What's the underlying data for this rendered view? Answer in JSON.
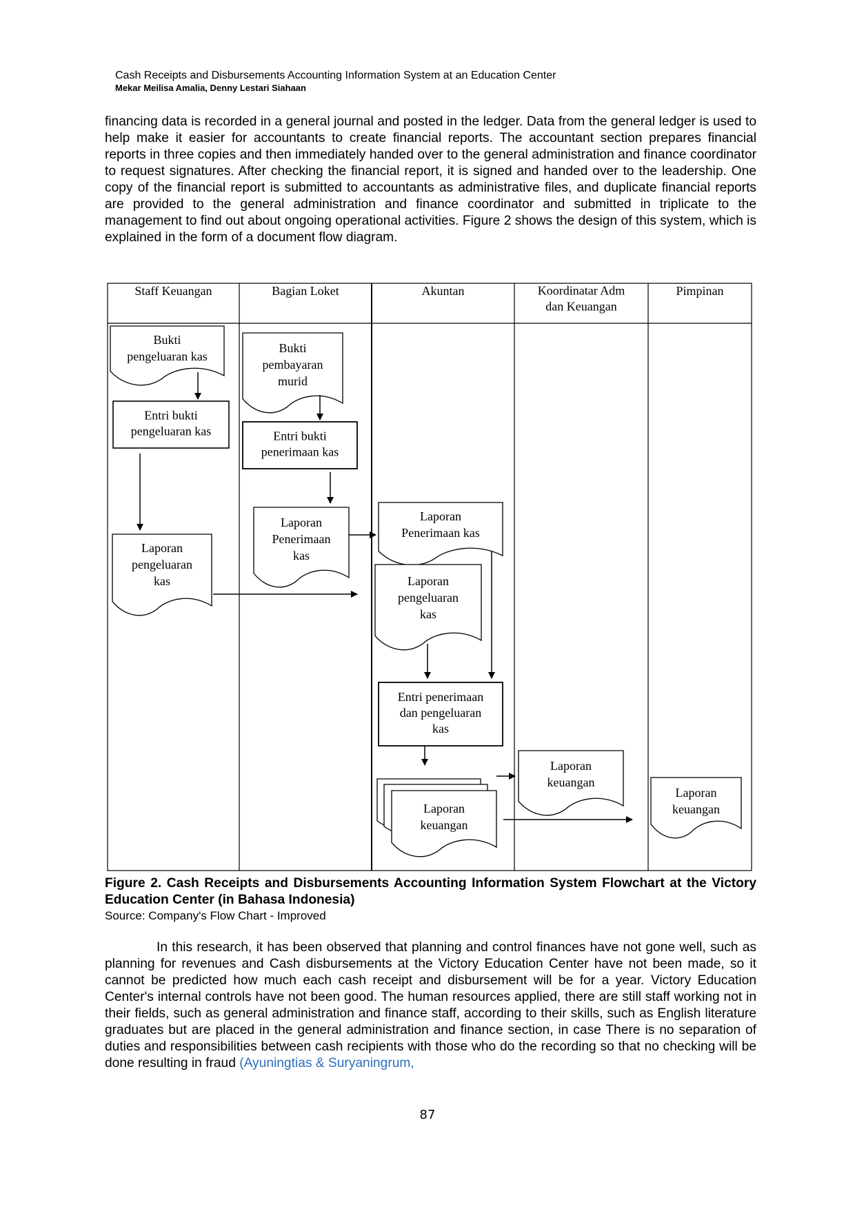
{
  "header": {
    "title": "Cash Receipts and Disbursements Accounting Information System at an Education Center",
    "authors": "Mekar Meilisa Amalia, Denny Lestari Siahaan"
  },
  "body": {
    "paragraph_1": "financing data is recorded in a general journal and posted in the ledger. Data from the general ledger is used to help make it easier for accountants to create financial reports. The accountant section prepares financial reports in three copies and then immediately handed over to the general administration and finance coordinator to request signatures. After checking the financial report, it is signed and handed over to the leadership. One copy of the financial report is submitted to accountants as administrative files, and duplicate financial reports are provided to the general administration and finance coordinator and submitted in triplicate to the management to find out about ongoing operational activities. Figure 2 shows the design of this system, which is explained in the form of a document flow diagram.",
    "paragraph_2": "In this research, it has been observed that planning and control finances have not gone well, such as planning for revenues and Cash disbursements at the Victory Education Center have not been made, so it cannot be predicted how much each cash receipt and disbursement will be for a year. Victory Education Center's internal controls have not been good. The human resources applied, there are still staff working not in their fields, such as general administration and finance staff, according to their skills, such as English literature graduates but are placed in the general administration and finance section, in case There is no separation of duties and responsibilities between cash recipients with those who do the recording so that no checking will be done resulting in fraud",
    "paragraph_2_citation": "(Ayuningtias & Suryaningrum,"
  },
  "figure": {
    "lanes": [
      "Staff Keuangan",
      "Bagian Loket",
      "Akuntan",
      "Koordinatar Adm|dan Keuangan",
      "Pimpinan"
    ],
    "nodes": {
      "sk_doc_bukti": "Bukti|pengeluaran kas",
      "sk_proc_entri": "Entri bukti|pengeluaran kas",
      "sk_doc_laporan": "Laporan|pengeluaran|kas",
      "bl_doc_bukti": "Bukti|pembayaran|murid",
      "bl_proc_entri": "Entri bukti|penerimaan kas",
      "bl_doc_laporan": "Laporan|Penerimaan|kas",
      "ak_doc_penerimaan": "Laporan|Penerimaan kas",
      "ak_doc_pengeluaran": "Laporan|pengeluaran|kas",
      "ak_proc_entri": "Entri penerimaan|dan pengeluaran|kas",
      "ak_doc_keuangan": "Laporan|keuangan",
      "ko_doc_keuangan": "Laporan|keuangan",
      "pi_doc_keuangan": "Laporan|keuangan"
    }
  },
  "caption": {
    "title": "Figure 2. Cash Receipts and Disbursements Accounting Information System Flowchart at the Victory Education Center (in Bahasa Indonesia)",
    "source": "Source: Company's Flow Chart - Improved"
  },
  "page_number": "87"
}
